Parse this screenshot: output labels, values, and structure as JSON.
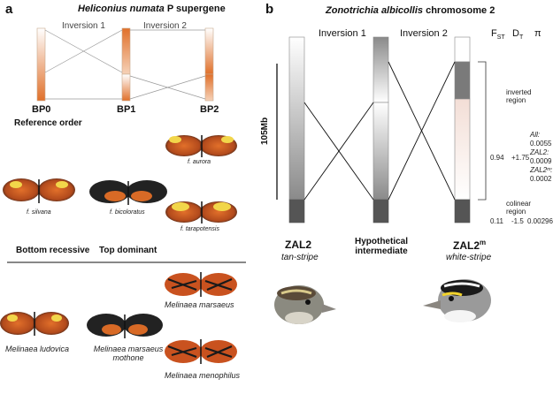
{
  "panel_a": {
    "letter": "a",
    "title_species": "Heliconius numata",
    "title_rest": "P supergene",
    "inv1": "Inversion 1",
    "inv2": "Inversion 2",
    "bp0": "BP0",
    "bp1": "BP1",
    "bp2": "BP2",
    "ref_order": "Reference order",
    "bottom_recessive": "Bottom recessive",
    "top_dominant": "Top dominant",
    "caps": {
      "silvana": "f. silvana",
      "bicoloratus": "f. bicoloratus",
      "aurora": "f. aurora",
      "tarapotensis": "f. tarapotensis"
    },
    "melinaea": {
      "ludovica": "Melinaea ludovica",
      "mothone_1": "Melinaea marsaeus",
      "mothone_2": "mothone",
      "marsaeus": "Melinaea marsaeus",
      "menophilus": "Melinaea menophilus"
    }
  },
  "panel_b": {
    "letter": "b",
    "title_species": "Zonotrichia albicollis",
    "title_rest": "chromosome 2",
    "inv1": "Inversion 1",
    "inv2": "Inversion 2",
    "scale": "105Mb",
    "fst_main": "F",
    "fst_sub": "ST",
    "dt_main": "D",
    "dt_sub": "T",
    "pi": "π",
    "inv_region_1": "inverted",
    "inv_region_2": "region",
    "colin_1": "colinear",
    "colin_2": "region",
    "fst_inv": "0.94",
    "dt_inv": "+1.75",
    "fst_col": "0.11",
    "dt_col": "-1.5",
    "pi_col": "0.00296",
    "pi_all_lbl": "All:",
    "pi_all": "0.0055",
    "pi_zal2_lbl": "ZAL2:",
    "pi_zal2": "0.0009",
    "pi_zal2m_lbl": "ZAL2ᵐ:",
    "pi_zal2m": "0.0002",
    "zal2": "ZAL2",
    "zal2_sub": "tan-stripe",
    "hyp_1": "Hypothetical",
    "hyp_2": "intermediate",
    "zal2m": "ZAL2",
    "zal2m_sup": "m",
    "zal2m_sub": "white-stripe"
  },
  "colors": {
    "orange": "#e0702a",
    "dark_grey": "#555555",
    "line": "#8a8a8a"
  }
}
